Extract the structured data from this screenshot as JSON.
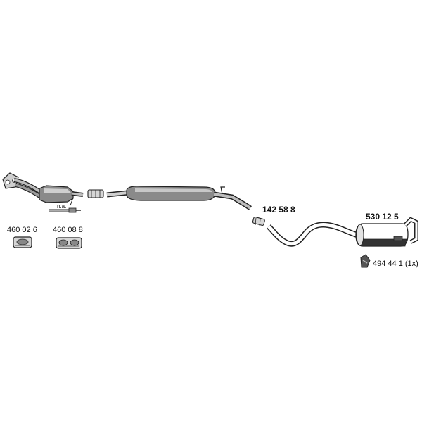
{
  "parts": {
    "pipe_center_label": "142 58 8",
    "rear_silencer_label": "530 12 5",
    "mounting_label": "494 44 1 (1x)",
    "gasket_left_label": "460 02 6",
    "gasket_right_label": "460 08 8",
    "sensor_label": "n.a."
  },
  "colors": {
    "outline": "#222222",
    "fill_dark": "#555555",
    "fill_mid": "#8a8a8a",
    "fill_light": "#d6d6d6",
    "background": "#ffffff"
  }
}
